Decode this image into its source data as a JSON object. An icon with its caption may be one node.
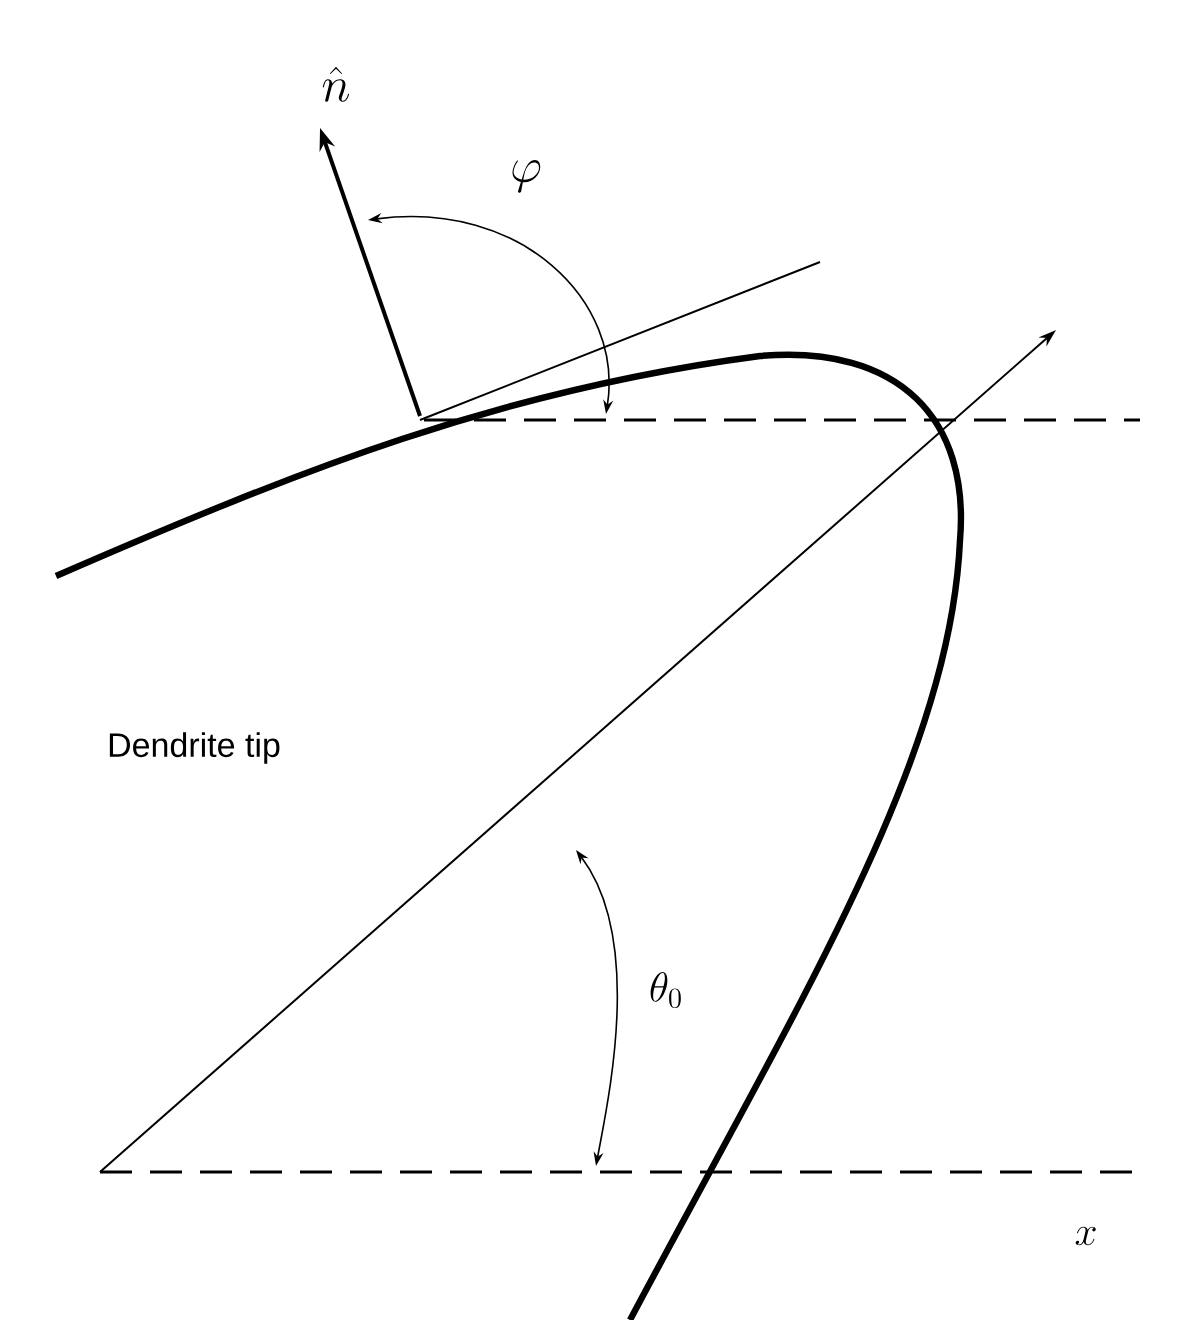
{
  "diagram": {
    "labels": [
      "\\hat{n}",
      "\\varphi",
      "Dendrite tip",
      "\\theta_0",
      "x"
    ]
  }
}
